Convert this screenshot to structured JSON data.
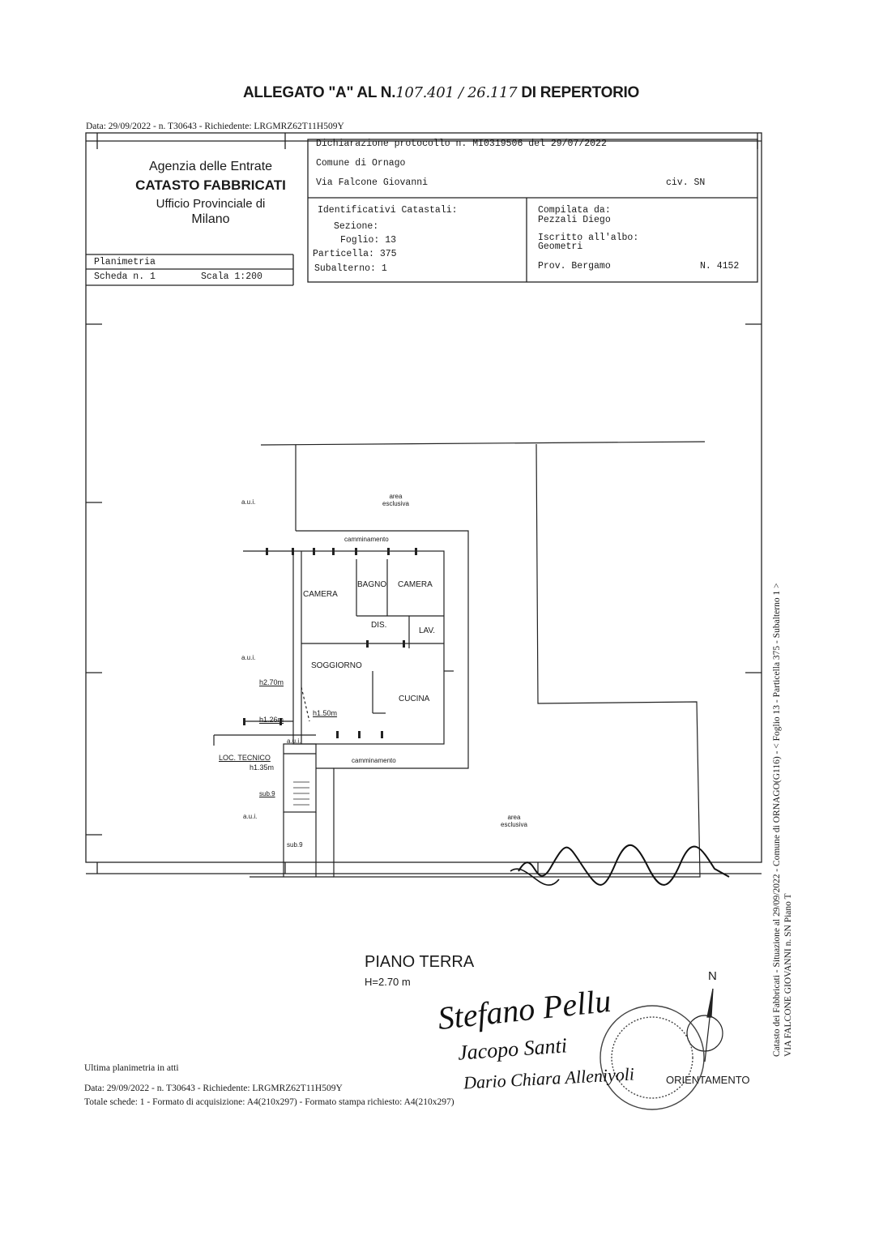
{
  "heading": {
    "prefix": "ALLEGATO \"A\" AL N.",
    "number_handwritten": "107.401 / 26.117",
    "suffix": "DI REPERTORIO"
  },
  "top_meta": "Data: 29/09/2022 - n. T30643 - Richiedente: LRGMRZ62T11H509Y",
  "agency": {
    "line1": "Agenzia delle Entrate",
    "line2": "CATASTO FABBRICATI",
    "line3": "Ufficio Provinciale di",
    "line4": "Milano"
  },
  "declaration": {
    "protocol": "Dichiarazione protocollo n. MI0319506 del 29/07/2022",
    "comune": "Comune di Ornago",
    "address": "Via Falcone Giovanni",
    "civ": "civ. SN"
  },
  "identifiers": {
    "title": "Identificativi Catastali:",
    "sezione": "Sezione:",
    "foglio": "Foglio: 13",
    "particella": "Particella: 375",
    "subalterno": "Subalterno: 1"
  },
  "compiler": {
    "label": "Compilata da:",
    "name": "Pezzali Diego",
    "albo_label": "Iscritto all'albo:",
    "albo": "Geometri",
    "prov": "Prov. Bergamo",
    "num": "N. 4152"
  },
  "planimetria": {
    "label": "Planimetria",
    "scheda": "Scheda n. 1",
    "scala": "Scala 1:200"
  },
  "plan_labels": {
    "aui_top": "a.u.i.",
    "area_top": "area\nesclusiva",
    "camminamento_top": "camminamento",
    "camera1": "CAMERA",
    "bagno": "BAGNO",
    "camera2": "CAMERA",
    "dis": "DIS.",
    "lav": "LAV.",
    "aui_mid": "a.u.i.",
    "soggiorno": "SOGGIORNO",
    "cucina": "CUCINA",
    "h270": "h2.70m",
    "h150": "h1.50m",
    "h126": "h1.26m",
    "aui_small": "a.u.i.",
    "loc_tecnico": "LOC. TECNICO",
    "h135": "h1.35m",
    "camminamento_bottom": "camminamento",
    "sub9a": "sub.9",
    "aui_bottom": "a.u.i.",
    "sub9b": "sub.9",
    "area_bottom": "area\nesclusiva"
  },
  "floor": {
    "title": "PIANO TERRA",
    "height": "H=2.70 m"
  },
  "orientation": {
    "north": "N",
    "label": "ORIENTAMENTO"
  },
  "signatures": {
    "sig1": "Stefano Pellu",
    "sig2": "Jacopo Santi",
    "sig3": "Dario Chiara Alleniyoli"
  },
  "footer": {
    "ultima": "Ultima planimetria in atti",
    "data": "Data: 29/09/2022 - n. T30643 - Richiedente: LRGMRZ62T11H509Y",
    "totale": "Totale schede: 1 - Formato di acquisizione: A4(210x297) - Formato stampa richiesto: A4(210x297)"
  },
  "side_text": {
    "line1": "Catasto dei Fabbricati - Situazione al 29/09/2022 - Comune di ORNAGO(G116) - < Foglio 13 - Particella 375 - Subalterno 1 >",
    "line2": "VIA FALCONE GIOVANNI n. SN Piano T"
  }
}
